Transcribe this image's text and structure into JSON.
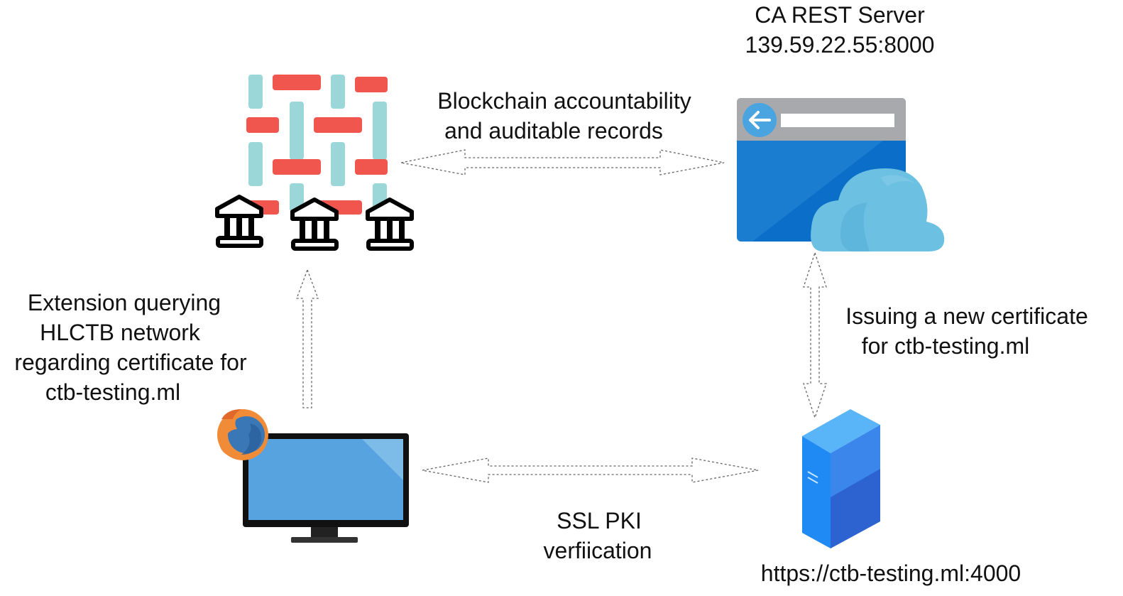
{
  "nodes": {
    "ca_server": {
      "title": "CA REST Server",
      "address": "139.59.22.55:8000"
    },
    "web_server": {
      "address": "https://ctb-testing.ml:4000"
    }
  },
  "edges": {
    "blockchain_ca": {
      "line1": "Blockchain accountability",
      "line2": "and auditable records"
    },
    "client_blockchain": {
      "line1": "Extension querying",
      "line2": "HLCTB network",
      "line3": "regarding certificate for",
      "line4": "ctb-testing.ml"
    },
    "ca_server_issue": {
      "line1": "Issuing a new certificate",
      "line2": "for ctb-testing.ml"
    },
    "client_server": {
      "line1": "SSL PKI",
      "line2": "verfiication"
    }
  },
  "icons": {
    "blockchain": "blockchain-weave-icon",
    "banks": "bank-building-icon",
    "ca": "browser-cloud-icon",
    "client": "monitor-icon",
    "browser": "firefox-icon",
    "server": "server-tower-icon"
  },
  "colors": {
    "teal": "#9BD7D8",
    "red": "#F0564D",
    "browser_blue": "#0B6EC9",
    "cloud": "#6CC0E2",
    "monitor_blue": "#56A3E0",
    "firefox_orange": "#F08C38",
    "server_blue": "#3C86F0"
  }
}
